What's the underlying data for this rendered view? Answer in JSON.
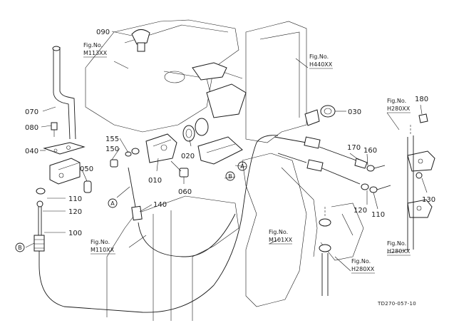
{
  "diagram": {
    "parts": [
      {
        "num": "090"
      },
      {
        "num": "070"
      },
      {
        "num": "080"
      },
      {
        "num": "040"
      },
      {
        "num": "050"
      },
      {
        "num": "110"
      },
      {
        "num": "120"
      },
      {
        "num": "100"
      },
      {
        "num": "155"
      },
      {
        "num": "150"
      },
      {
        "num": "020"
      },
      {
        "num": "010"
      },
      {
        "num": "060"
      },
      {
        "num": "030"
      },
      {
        "num": "140"
      },
      {
        "num": "170"
      },
      {
        "num": "160"
      },
      {
        "num": "180"
      },
      {
        "num": "130"
      },
      {
        "num": "120"
      },
      {
        "num": "110"
      }
    ],
    "callouts": {
      "a": "A",
      "b": "B"
    },
    "fig_refs": [
      {
        "label": "Fig.No.",
        "code": "M113XX"
      },
      {
        "label": "Fig.No.",
        "code": "H440XX"
      },
      {
        "label": "Fig.No.",
        "code": "H280XX"
      },
      {
        "label": "Fig.No.",
        "code": "M110XX"
      },
      {
        "label": "Fig.No.",
        "code": "M101XX"
      },
      {
        "label": "Fig.No.",
        "code": "H280XX"
      },
      {
        "label": "Fig.No.",
        "code": "H280XX"
      }
    ],
    "drawing_code": "TD270-057-10"
  }
}
